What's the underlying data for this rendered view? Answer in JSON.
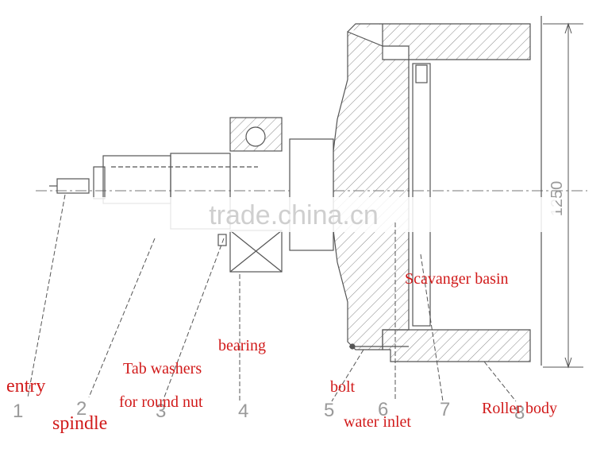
{
  "dimension": "1250",
  "watermark": "trade.china.cn",
  "parts": [
    {
      "number": "1",
      "label": "entry"
    },
    {
      "number": "2",
      "label": "spindle"
    },
    {
      "number": "3",
      "label": "Tab washers"
    },
    {
      "number": "3",
      "label": "for round nut"
    },
    {
      "number": "4",
      "label": "bearing"
    },
    {
      "number": "5",
      "label": "bolt"
    },
    {
      "number": "6",
      "label": "water inlet"
    },
    {
      "number": "7",
      "label": "Scavanger basin"
    },
    {
      "number": "8",
      "label": "Roller body"
    }
  ],
  "colors": {
    "label": "#d11a1a",
    "line": "#555555",
    "number": "#9a9a9a"
  }
}
